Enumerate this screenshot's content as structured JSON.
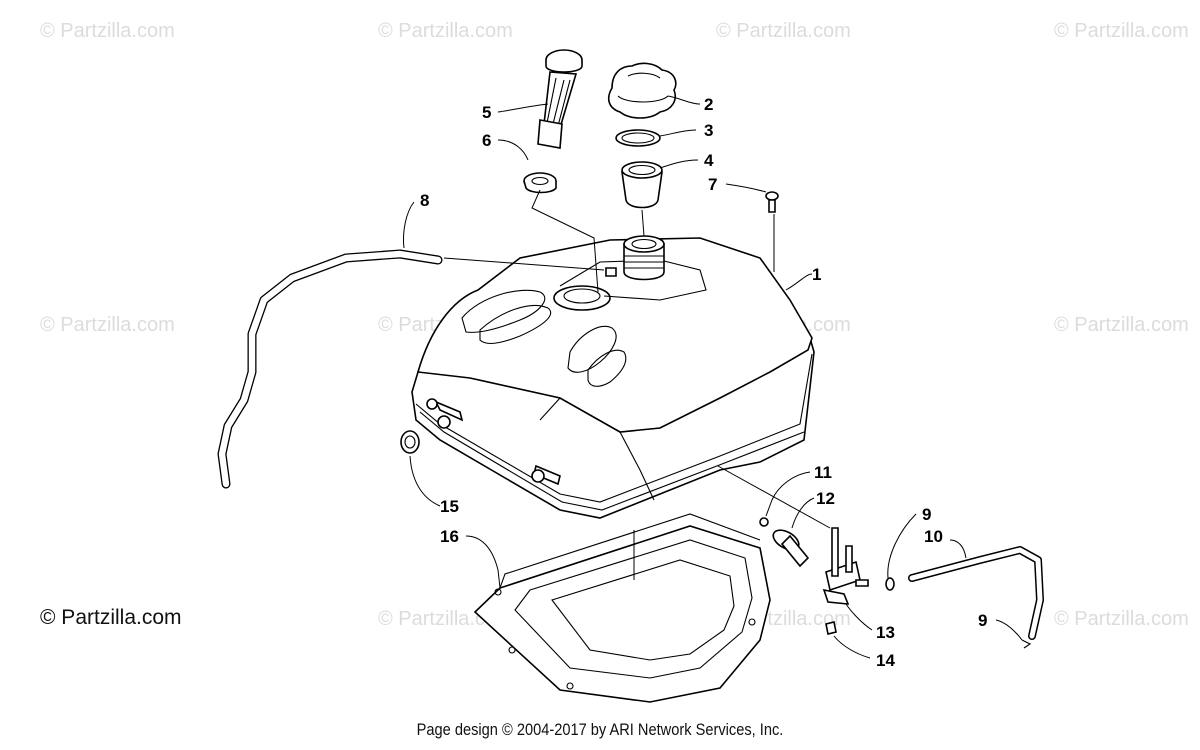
{
  "watermark_text": "© Partzilla.com",
  "main_credit": "© Partzilla.com",
  "footer_text": "Page design © 2004-2017 by ARI Network Services, Inc.",
  "callouts": [
    {
      "id": "1",
      "label": "1"
    },
    {
      "id": "2",
      "label": "2"
    },
    {
      "id": "3",
      "label": "3"
    },
    {
      "id": "4",
      "label": "4"
    },
    {
      "id": "5",
      "label": "5"
    },
    {
      "id": "6",
      "label": "6"
    },
    {
      "id": "7",
      "label": "7"
    },
    {
      "id": "8",
      "label": "8"
    },
    {
      "id": "9a",
      "label": "9"
    },
    {
      "id": "9b",
      "label": "9"
    },
    {
      "id": "10",
      "label": "10"
    },
    {
      "id": "11",
      "label": "11"
    },
    {
      "id": "12",
      "label": "12"
    },
    {
      "id": "13",
      "label": "13"
    },
    {
      "id": "14",
      "label": "14"
    },
    {
      "id": "15",
      "label": "15"
    },
    {
      "id": "16",
      "label": "16"
    }
  ]
}
